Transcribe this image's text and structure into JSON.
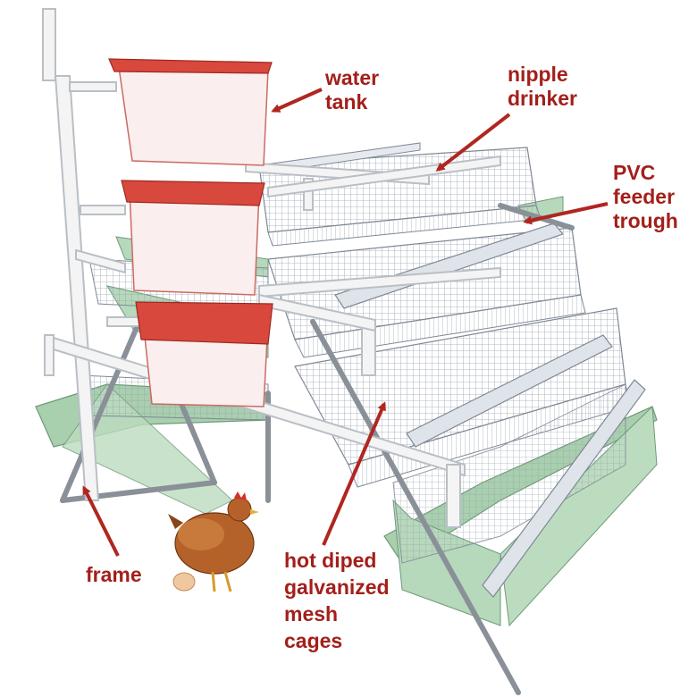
{
  "labels": {
    "water_tank": [
      "water",
      "tank"
    ],
    "nipple_drinker": [
      "nipple",
      "drinker"
    ],
    "pvc_feeder_trough": [
      "PVC",
      "feeder",
      "trough"
    ],
    "frame": [
      "frame"
    ],
    "mesh_cages": [
      "hot diped",
      "galvanized",
      "mesh",
      "cages"
    ]
  },
  "colors": {
    "label_text": "#a31f1a",
    "arrow": "#b02620",
    "tank_lid": "#d9483c",
    "tank_body": "#fbeeee",
    "pipe": "#f4f4f4",
    "mesh": "#9aa3b0",
    "tray": "#8fbf9a",
    "hen": "#b4622a",
    "egg": "#f0c8a0"
  }
}
